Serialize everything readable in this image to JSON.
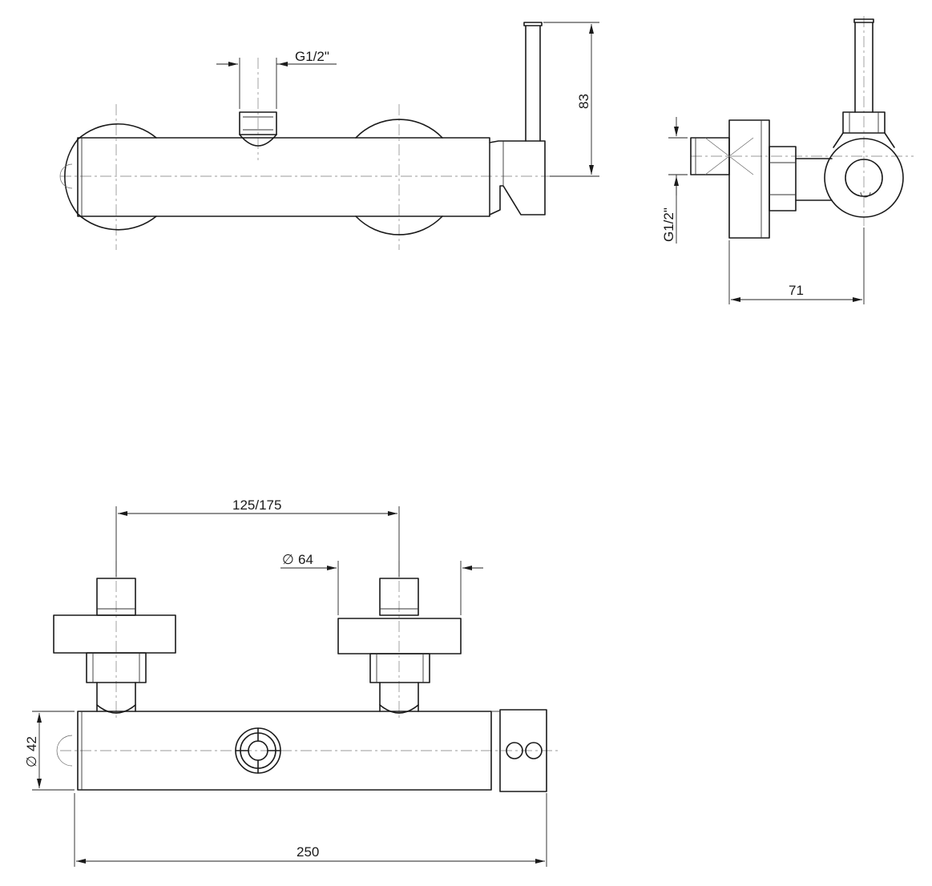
{
  "dimensions": {
    "thread_top": "G1/2\"",
    "height_83": "83",
    "thread_side": "G1/2\"",
    "depth_71": "71",
    "centers_125_175": "125/175",
    "flange_dia_symbol": "∅",
    "flange_dia_value": "64",
    "body_dia_symbol": "∅",
    "body_dia_value": "42",
    "length_250": "250"
  }
}
